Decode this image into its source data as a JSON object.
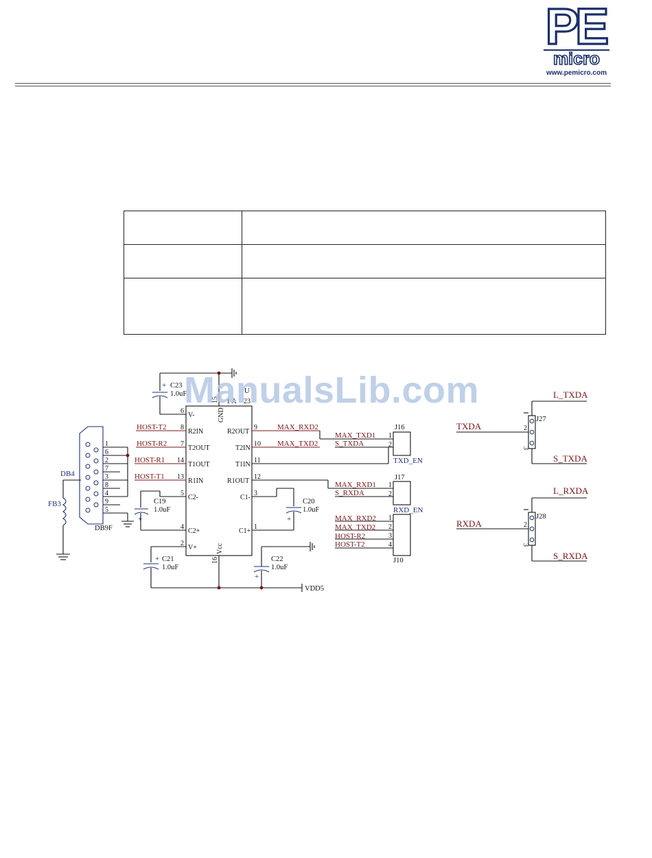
{
  "header": {
    "logo_letters": "PE",
    "logo_word": "micro",
    "logo_url": "www.pemicro.com"
  },
  "table": {
    "rows": [
      {
        "col1": "",
        "col2": ""
      },
      {
        "col1": "",
        "col2": ""
      },
      {
        "col1": "",
        "col2": ""
      }
    ]
  },
  "watermark": "ManualsLib.com",
  "schematic": {
    "ic": {
      "ref": "U",
      "part": "1 A",
      "pin_gnd_name": "GND",
      "pin_gnd_num": "15",
      "pin_23": "23",
      "pin_vcc_name": "Vcc",
      "pin_vcc_num": "16",
      "left_pins": [
        {
          "num": "6",
          "name": "V-"
        },
        {
          "num": "8",
          "name": "R2IN"
        },
        {
          "num": "7",
          "name": "T2OUT"
        },
        {
          "num": "14",
          "name": "T1OUT"
        },
        {
          "num": "13",
          "name": "R1IN"
        },
        {
          "num": "5",
          "name": "C2-"
        },
        {
          "num": "4",
          "name": "C2+"
        },
        {
          "num": "2",
          "name": "V+"
        }
      ],
      "right_pins": [
        {
          "num": "9",
          "name": "R2OUT"
        },
        {
          "num": "10",
          "name": "T2IN"
        },
        {
          "num": "11",
          "name": "T1IN"
        },
        {
          "num": "12",
          "name": "R1OUT"
        },
        {
          "num": "3",
          "name": "C1-"
        },
        {
          "num": "1",
          "name": "C1+"
        }
      ]
    },
    "host_nets": [
      "HOST-T2",
      "HOST-R2",
      "HOST-R1",
      "HOST-T1"
    ],
    "max_nets": [
      "MAX_RXD2",
      "MAX_TXD2"
    ],
    "connector": {
      "ref": "DB4",
      "type": "DB9F",
      "pins": [
        "1",
        "6",
        "2",
        "7",
        "3",
        "8",
        "4",
        "9",
        "5"
      ]
    },
    "ferrite": "FB3",
    "caps": [
      {
        "ref": "C23",
        "value": "1.0uF"
      },
      {
        "ref": "C19",
        "value": "1.0uF"
      },
      {
        "ref": "C20",
        "value": "1.0uF"
      },
      {
        "ref": "C21",
        "value": "1.0uF"
      },
      {
        "ref": "C22",
        "value": "1.0uF"
      }
    ],
    "power_net": "VDD5",
    "j16": {
      "ref": "J16",
      "name": "TXD_EN",
      "pins": [
        "1",
        "2"
      ],
      "nets": [
        "MAX_TXD1",
        "S_TXDA"
      ]
    },
    "j17": {
      "ref": "J17",
      "name": "RXD_EN",
      "pins": [
        "1",
        "2"
      ],
      "nets": [
        "MAX_RXD1",
        "S_RXDA"
      ]
    },
    "j10": {
      "ref": "J10",
      "pins": [
        "1",
        "2",
        "3",
        "4"
      ],
      "nets": [
        "MAX_RXD2",
        "MAX_TXD2",
        "HOST-R2",
        "HOST-T2"
      ]
    },
    "j27": {
      "ref": "J27",
      "input": "TXDA",
      "top": "L_TXDA",
      "bottom": "S_TXDA",
      "pins": [
        "2",
        "3"
      ]
    },
    "j28": {
      "ref": "J28",
      "input": "RXDA",
      "top": "L_RXDA",
      "bottom": "S_RXDA",
      "pins": [
        "2",
        "3"
      ]
    }
  }
}
